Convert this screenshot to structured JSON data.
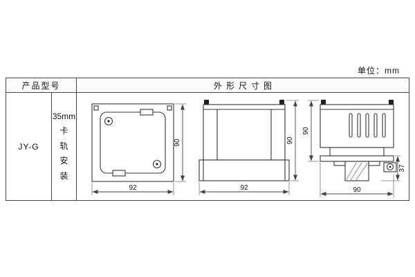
{
  "unit_label": "单位：mm",
  "table": {
    "header_model": "产品型号",
    "header_diagram": "外形尺寸图",
    "model": "JY-G",
    "mounting_size": "35mm",
    "mounting_vertical": "卡\n轨\n安\n装"
  },
  "dims": {
    "front_width": "92",
    "front_height": "90",
    "side_width": "92",
    "side_height": "90",
    "rail_width": "90",
    "rail_height": "90",
    "rail_depth": "37"
  },
  "colors": {
    "drawing_line": "#333333",
    "table_border": "#444444"
  }
}
